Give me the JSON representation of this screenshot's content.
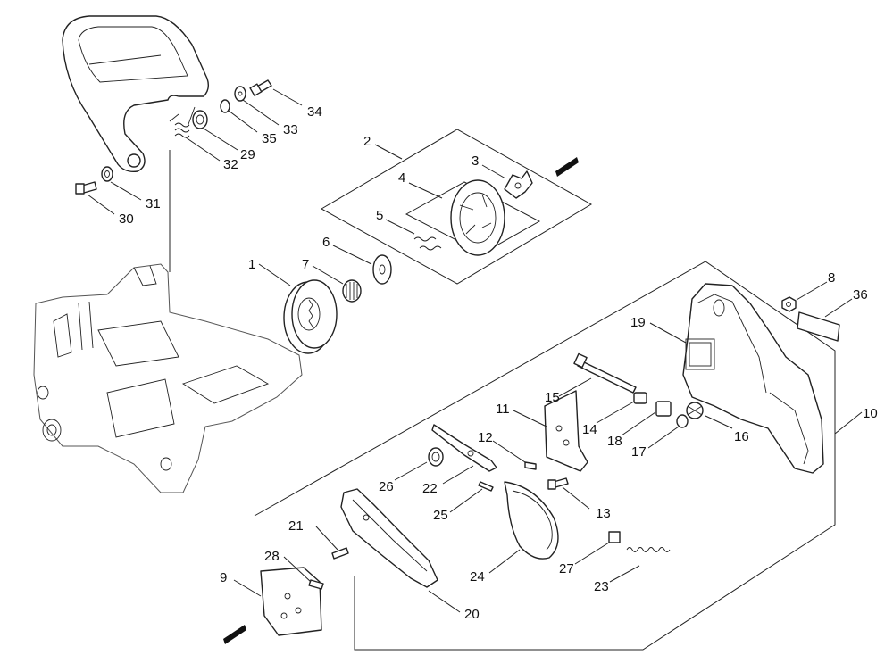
{
  "diagram": {
    "part_labels": {
      "p1": "1",
      "p2": "2",
      "p3": "3",
      "p4": "4",
      "p5": "5",
      "p6": "6",
      "p7": "7",
      "p8": "8",
      "p9": "9",
      "p10": "10",
      "p11": "11",
      "p12": "12",
      "p13": "13",
      "p14": "14",
      "p15": "15",
      "p16": "16",
      "p17": "17",
      "p18": "18",
      "p19": "19",
      "p20": "20",
      "p21": "21",
      "p22": "22",
      "p23": "23",
      "p24": "24",
      "p25": "25",
      "p26": "26",
      "p27": "27",
      "p28": "28",
      "p29": "29",
      "p30": "30",
      "p31": "31",
      "p32": "32",
      "p33": "33",
      "p34": "34",
      "p35": "35",
      "p36": "36"
    }
  }
}
